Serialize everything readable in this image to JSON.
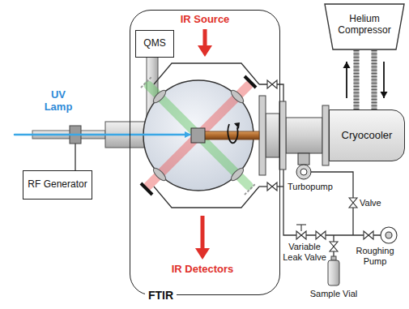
{
  "diagram": {
    "nodes": [
      {
        "text": [
          "FTIR"
        ]
      },
      {
        "text": [
          "QMS"
        ],
        "in": 0
      },
      {
        "text": [
          "RF Generator"
        ]
      },
      {
        "text": [
          "Helium Compressor"
        ]
      },
      {
        "text": [
          "Cryocooler"
        ]
      }
    ],
    "edges": [
      {
        "from": 4,
        "to": 3,
        "arrow": "to"
      },
      {
        "from": 3,
        "to": 4,
        "arrow": "to"
      }
    ],
    "labels": [
      "IR Source",
      "UV Lamp",
      "IR Detectors",
      "Turbopump",
      "Valve",
      "Variable Leak Valve",
      "Roughing Pump",
      "Sample Vial"
    ]
  }
}
